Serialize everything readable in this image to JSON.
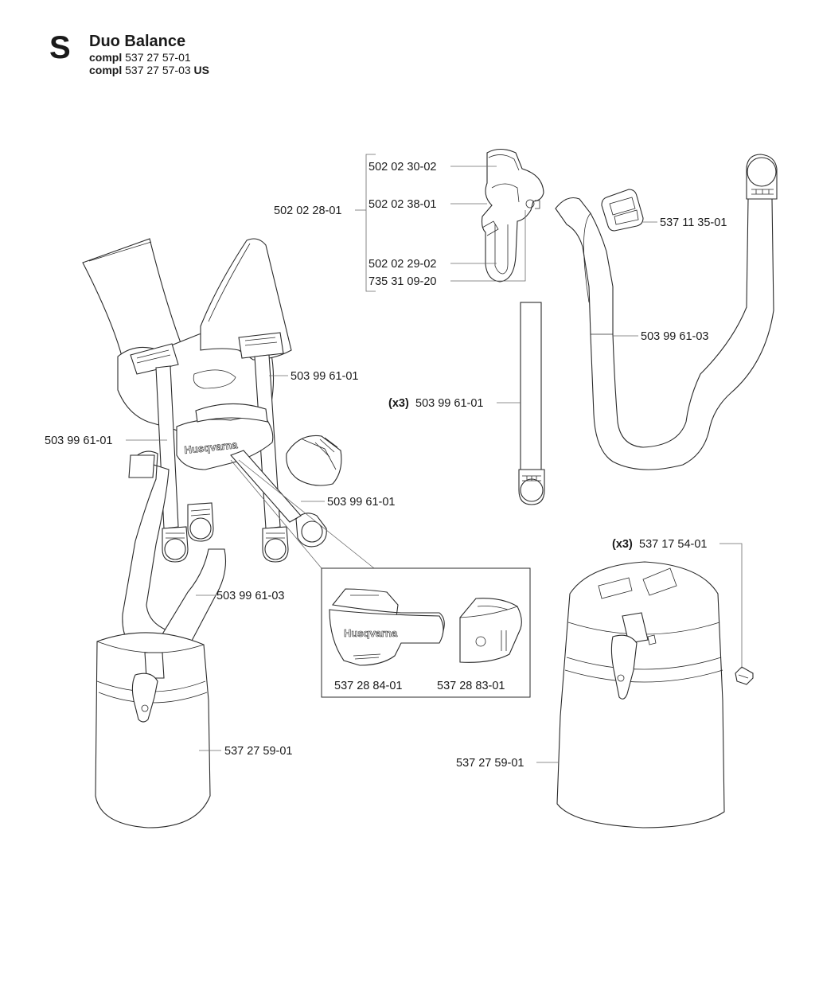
{
  "header": {
    "section_letter": "S",
    "title": "Duo Balance",
    "compl_1_prefix": "compl",
    "compl_1_number": "537 27 57-01",
    "compl_2_prefix": "compl",
    "compl_2_number": "537 27 57-03",
    "compl_2_suffix": "US"
  },
  "labels": {
    "p_502_02_30_02": "502 02 30-02",
    "p_502_02_38_01": "502 02 38-01",
    "p_502_02_28_01": "502 02 28-01",
    "p_502_02_29_02": "502 02 29-02",
    "p_735_31_09_20": "735 31 09-20",
    "p_537_11_35_01": "537 11 35-01",
    "p_503_99_61_03_right": "503 99 61-03",
    "p_503_99_61_01_x3_qty": "(x3)",
    "p_503_99_61_01_x3": "503 99 61-01",
    "p_503_99_61_01_harness": "503 99 61-01",
    "p_503_99_61_01_left": "503 99 61-01",
    "p_503_99_61_01_pad": "503 99 61-01",
    "p_503_99_61_03_left": "503 99 61-03",
    "p_537_27_59_01_left": "537 27 59-01",
    "p_537_17_54_01_qty": "(x3)",
    "p_537_17_54_01": "537 17 54-01",
    "p_537_27_59_01_right": "537 27 59-01",
    "p_537_28_84_01": "537 28 84-01",
    "p_537_28_83_01": "537 28 83-01"
  },
  "logo_text": "Husqvarna"
}
